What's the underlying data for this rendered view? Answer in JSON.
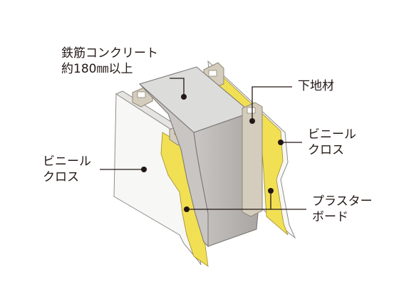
{
  "labels": {
    "concrete": {
      "line1": "鉄筋コンクリート",
      "line2": "約180㎜以上"
    },
    "furring": "下地材",
    "vinyl_left": {
      "line1": "ビニール",
      "line2": "クロス"
    },
    "vinyl_right": {
      "line1": "ビニール",
      "line2": "クロス"
    },
    "plasterboard": {
      "line1": "プラスター",
      "line2": "ボード"
    }
  },
  "colors": {
    "plasterboard": "#f2e054",
    "concrete_top": "#dcdcdb",
    "concrete_side": "#b3b0ad",
    "vinyl_cloth": "#f7f7f6",
    "leader_line": "#231815"
  }
}
